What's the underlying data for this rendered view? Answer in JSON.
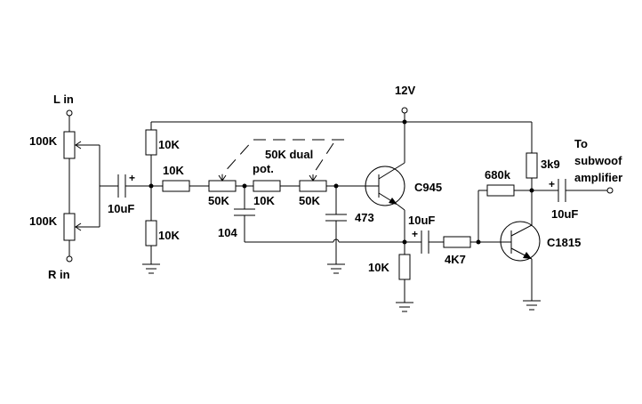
{
  "labels": {
    "l_in": "L in",
    "r_in": "R in",
    "pot_l": "100K",
    "pot_r": "100K",
    "cap_in": "10uF",
    "cap_in_plus": "+",
    "r_bias_top": "10K",
    "r_series_1": "10K",
    "r_bias_bottom": "10K",
    "pot_1": "50K",
    "r_series_2": "10K",
    "pot_2": "50K",
    "dual_pot": "50K dual",
    "dual_pot_2": "pot.",
    "cap_104": "104",
    "cap_473": "473",
    "supply": "12V",
    "q1": "C945",
    "r_emitter": "10K",
    "cap_mid": "10uF",
    "cap_mid_plus": "+",
    "r_4k7": "4K7",
    "r_680k": "680k",
    "r_3k9": "3k9",
    "q2": "C1815",
    "cap_out": "10uF",
    "cap_out_plus": "+",
    "out_1": "To",
    "out_2": "subwoof",
    "out_3": "amplifier"
  },
  "colors": {
    "ink": "#000000",
    "background": "#ffffff"
  }
}
